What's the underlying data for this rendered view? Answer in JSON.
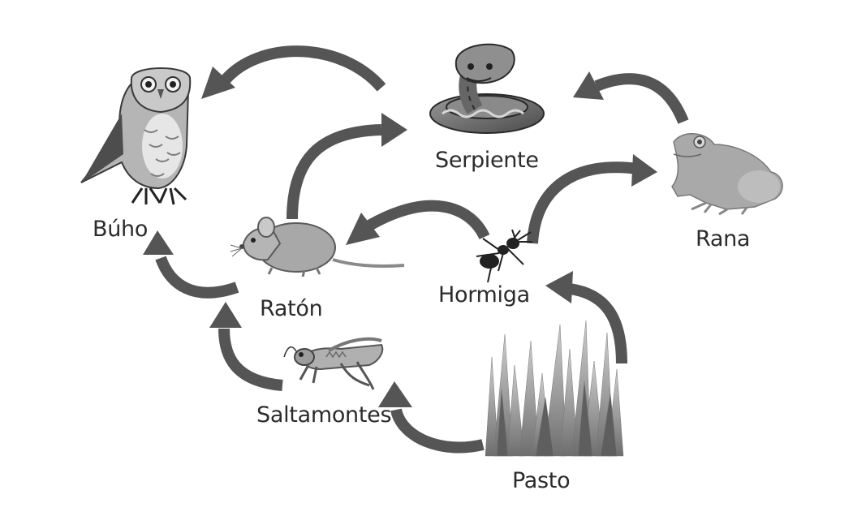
{
  "organisms": {
    "buho": "Búho",
    "serpiente": "Serpiente",
    "rana": "Rana",
    "raton": "Ratón",
    "hormiga": "Hormiga",
    "saltamontes": "Saltamontes",
    "pasto": "Pasto"
  },
  "colors": {
    "arrow": "#555555",
    "label": "#2b2b2b"
  },
  "icons": [
    "owl-icon",
    "snake-icon",
    "frog-icon",
    "mouse-icon",
    "ant-icon",
    "grasshopper-icon",
    "grass-icon"
  ]
}
